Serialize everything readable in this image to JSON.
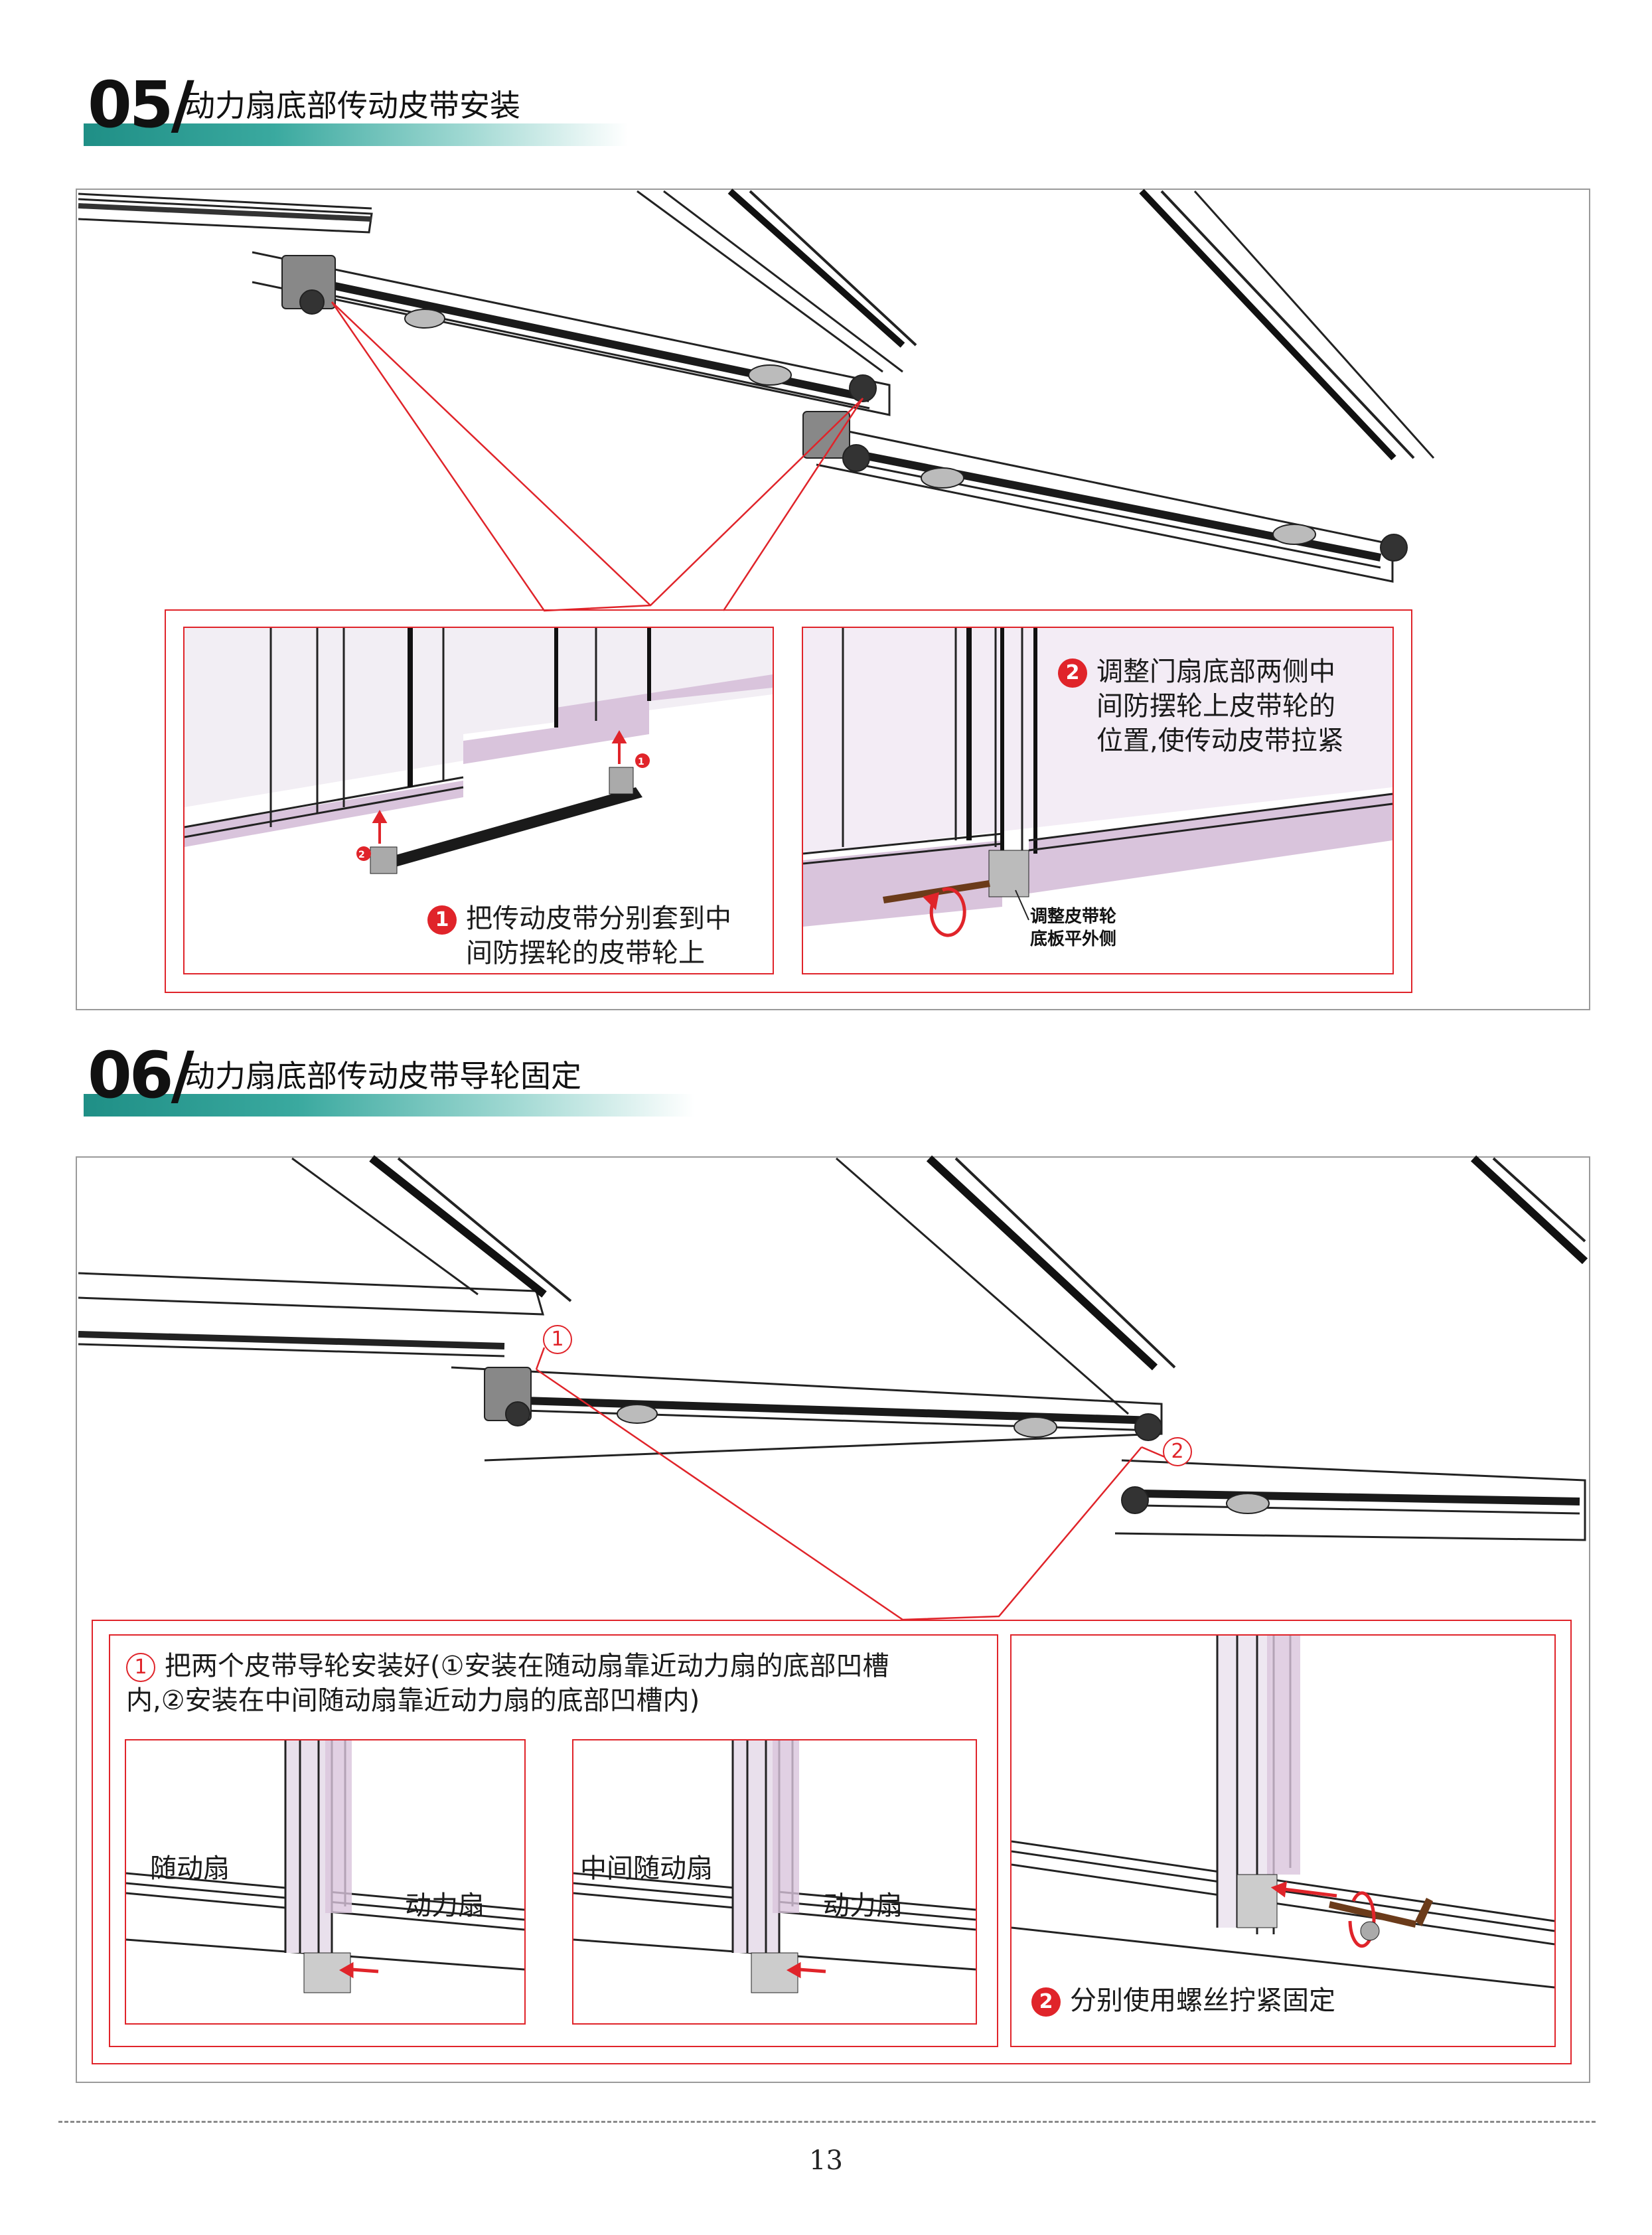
{
  "section5": {
    "number": "05/",
    "title": "动力扇底部传动皮带安装",
    "step1": {
      "badge": "1",
      "line1": "把传动皮带分别套到中",
      "line2": "间防摆轮的皮带轮上"
    },
    "step2": {
      "badge": "2",
      "line1": "调整门扇底部两侧中",
      "line2": "间防摆轮上皮带轮的",
      "line3": "位置,使传动皮带拉紧"
    },
    "note": {
      "line1": "调整皮带轮",
      "line2": "底板平外侧"
    },
    "arrow_badge_1": "1",
    "arrow_badge_2": "2"
  },
  "section6": {
    "number": "06/",
    "title": "动力扇底部传动皮带导轮固定",
    "callout1": "1",
    "callout2": "2",
    "step1": {
      "badge": "1",
      "line1": "把两个皮带导轮安装好(①安装在随动扇靠近动力扇的底部凹槽",
      "line2": "内,②安装在中间随动扇靠近动力扇的底部凹槽内)"
    },
    "left_panel": {
      "left_label": "随动扇",
      "right_label": "动力扇"
    },
    "mid_panel": {
      "left_label": "中间随动扇",
      "right_label": "动力扇"
    },
    "step2": {
      "badge": "2",
      "text": "分别使用螺丝拧紧固定"
    }
  },
  "page_number": "13",
  "colors": {
    "accent_red": "#e0242a",
    "teal": "#1f8f86",
    "panel_pink": "#d9c4dc"
  }
}
